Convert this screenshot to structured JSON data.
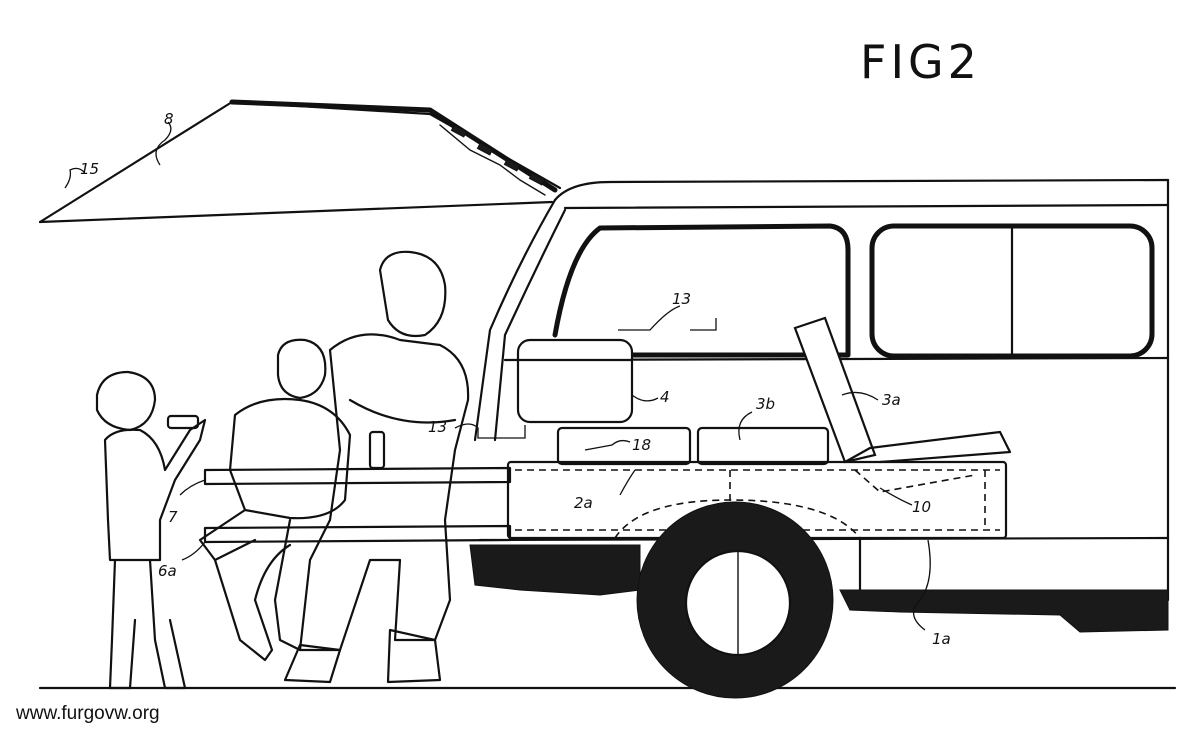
{
  "figure": {
    "title": "FIG2",
    "watermark": "www.furgovw.org"
  },
  "reference_labels": {
    "tailgate": "8",
    "awning_edge": "15",
    "window_edge": "13",
    "cooler_box": "4",
    "seat_back": "3a",
    "seat_cushion": "3b",
    "storage_compartment": "18",
    "support_13": "13",
    "slide_frame": "2a",
    "pivot": "10",
    "table": "7",
    "bench": "6a",
    "chassis": "1a"
  }
}
